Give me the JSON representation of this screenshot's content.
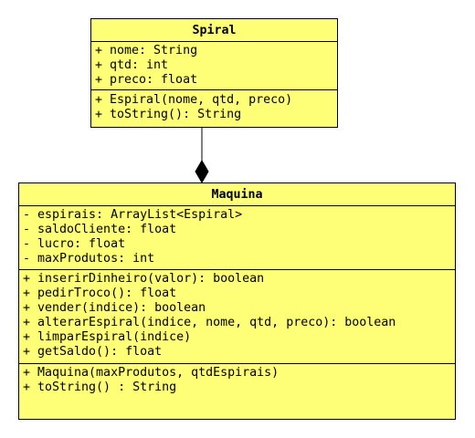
{
  "classes": {
    "spiral": {
      "name": "Spiral",
      "attributes": [
        "+ nome: String",
        "+ qtd: int",
        "+ preco: float"
      ],
      "methods": [
        "+ Espiral(nome, qtd, preco)",
        "+ toString(): String"
      ]
    },
    "maquina": {
      "name": "Maquina",
      "attributes": [
        "- espirais: ArrayList<Espiral>",
        "- saldoCliente: float",
        "- lucro: float",
        "- maxProdutos: int"
      ],
      "methods": [
        "+ inserirDinheiro(valor): boolean",
        "+ pedirTroco(): float",
        "+ vender(indice): boolean",
        "+ alterarEspiral(indice, nome, qtd, preco): boolean",
        "+ limparEspiral(indice)",
        "+ getSaldo(): float"
      ],
      "constructors": [
        "+ Maquina(maxProdutos, qtdEspirais)",
        "+ toString() : String"
      ]
    }
  },
  "relationship": {
    "type": "composition",
    "from": "Maquina",
    "to": "Spiral"
  },
  "colors": {
    "class_fill": "#ffff77",
    "border": "#000000"
  }
}
